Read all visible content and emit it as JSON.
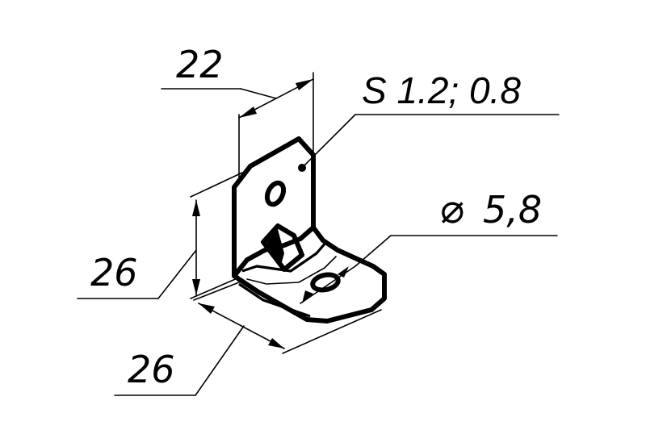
{
  "dimensions": {
    "width_top": "22",
    "height_left": "26",
    "depth_bottom": "26"
  },
  "callouts": {
    "thickness": "S 1.2; 0.8",
    "hole_diameter": "5,8",
    "diameter_symbol": "⌀"
  }
}
